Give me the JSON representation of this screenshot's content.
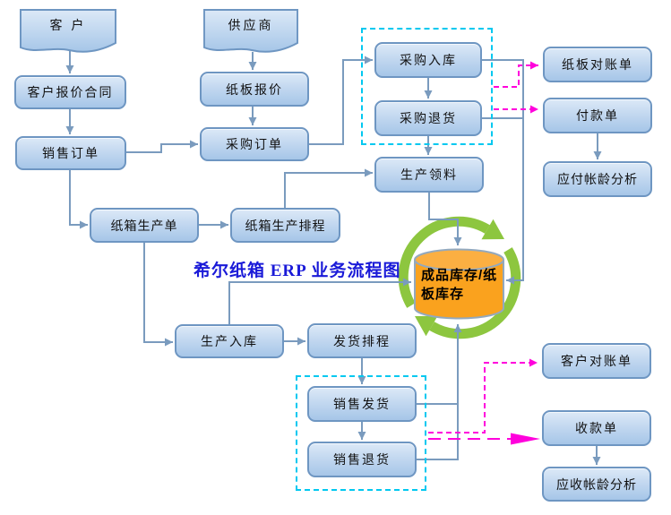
{
  "title": "希尔纸箱 ERP 业务流程图",
  "nodes": {
    "customer": "客  户",
    "supplier": "供应商",
    "customer_quote": "客户报价合同",
    "board_quote": "纸板报价",
    "sales_order": "销售订单",
    "purchase_order": "采购订单",
    "purchase_inbound": "采购入库",
    "purchase_return": "采购退货",
    "board_statement": "纸板对账单",
    "payment_slip": "付款单",
    "ap_aging": "应付帐龄分析",
    "production_requisition": "生产领料",
    "carton_production_order": "纸箱生产单",
    "carton_production_schedule": "纸箱生产排程",
    "production_inbound": "生产入库",
    "shipping_schedule": "发货排程",
    "sales_shipment": "销售发货",
    "sales_return": "销售退货",
    "customer_statement": "客户对账单",
    "receipt_slip": "收款单",
    "ar_aging": "应收帐龄分析",
    "inventory": "成品库存/纸板库存"
  },
  "colors": {
    "node_border": "#6E96C2",
    "node_fill_top": "#DCE9F7",
    "node_fill_bottom": "#A6C6E8",
    "connector": "#7A9BBE",
    "group_frame": "#00C8F0",
    "highlight_flow": "#FF00DC",
    "cycle_green": "#8DC63F",
    "cylinder_orange": "#FAA21E",
    "title_blue": "#1A1AD8"
  }
}
